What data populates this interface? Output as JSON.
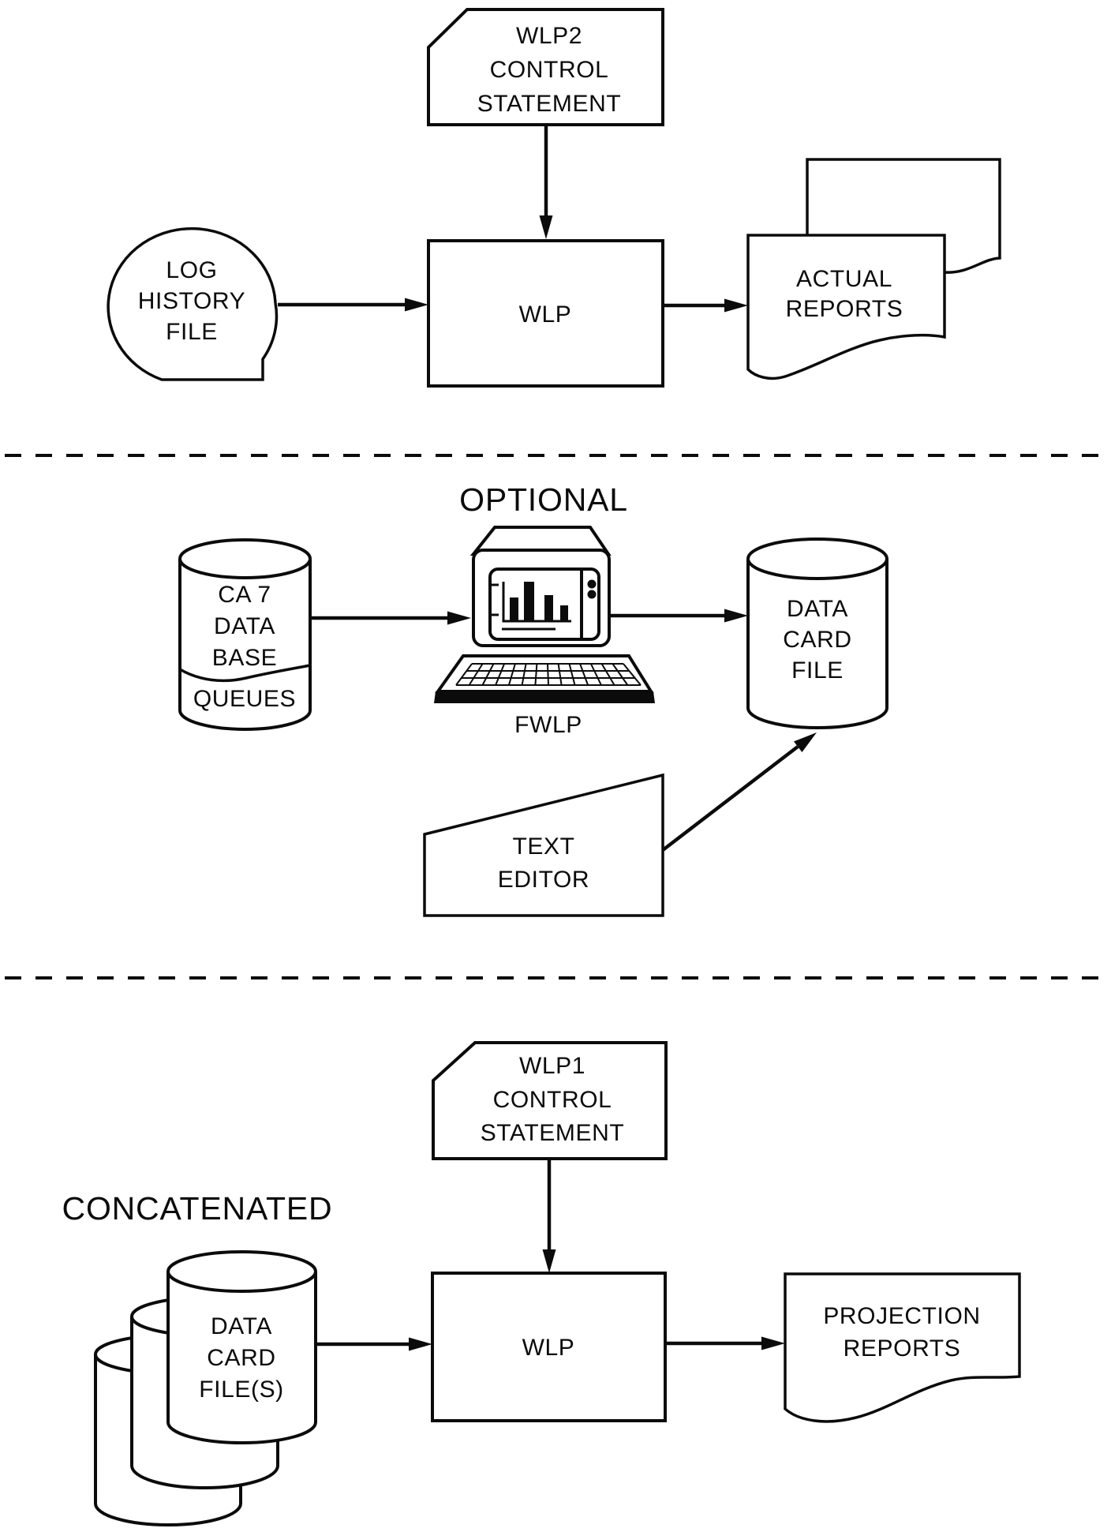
{
  "colors": {
    "ink": "#0b0b0b",
    "paper": "#ffffff"
  },
  "top": {
    "control_card": [
      "WLP2",
      "CONTROL",
      "STATEMENT"
    ],
    "log_history_file": [
      "LOG",
      "HISTORY",
      "FILE"
    ],
    "process": "WLP",
    "actual_reports": [
      "ACTUAL",
      "REPORTS"
    ]
  },
  "middle": {
    "heading": "OPTIONAL",
    "ca7_database": [
      "CA 7",
      "DATA",
      "BASE",
      "QUEUES"
    ],
    "terminal": "FWLP",
    "data_card_file": [
      "DATA",
      "CARD",
      "FILE"
    ],
    "text_editor": [
      "TEXT",
      "EDITOR"
    ]
  },
  "bottom": {
    "heading": "CONCATENATED",
    "control_card": [
      "WLP1",
      "CONTROL",
      "STATEMENT"
    ],
    "data_card_files": [
      "DATA",
      "CARD",
      "FILE(S)"
    ],
    "process": "WLP",
    "projection_reports": [
      "PROJECTION",
      "REPORTS"
    ]
  }
}
